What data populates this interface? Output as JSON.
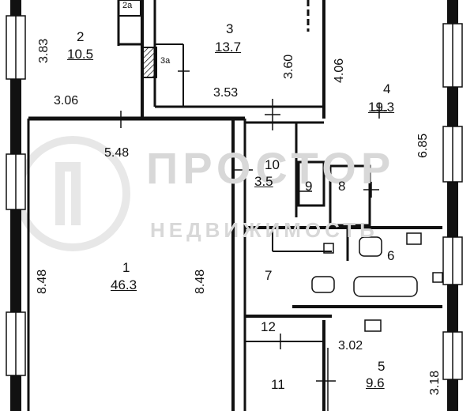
{
  "rooms": [
    {
      "id": "1",
      "area": "46.3"
    },
    {
      "id": "2",
      "area": "10.5"
    },
    {
      "id": "3",
      "area": "13.7"
    },
    {
      "id": "4",
      "area": "19.3"
    },
    {
      "id": "5",
      "area": "9.6"
    },
    {
      "id": "6"
    },
    {
      "id": "7"
    },
    {
      "id": "8"
    },
    {
      "id": "9"
    },
    {
      "id": "10",
      "area": "3.5"
    },
    {
      "id": "11"
    },
    {
      "id": "12"
    },
    {
      "id": "2a"
    },
    {
      "id": "3a"
    }
  ],
  "dimensions": {
    "d_383": "3.83",
    "d_306": "3.06",
    "d_360": "3.60",
    "d_353": "3.53",
    "d_406": "4.06",
    "d_548": "5.48",
    "d_685": "6.85",
    "d_848_left": "8.48",
    "d_848_right": "8.48",
    "d_302": "3.02",
    "d_318": "3.18"
  },
  "watermark": {
    "brand": "ПРОСТОР",
    "tagline": "НЕДВИЖИМОСТЬ"
  }
}
